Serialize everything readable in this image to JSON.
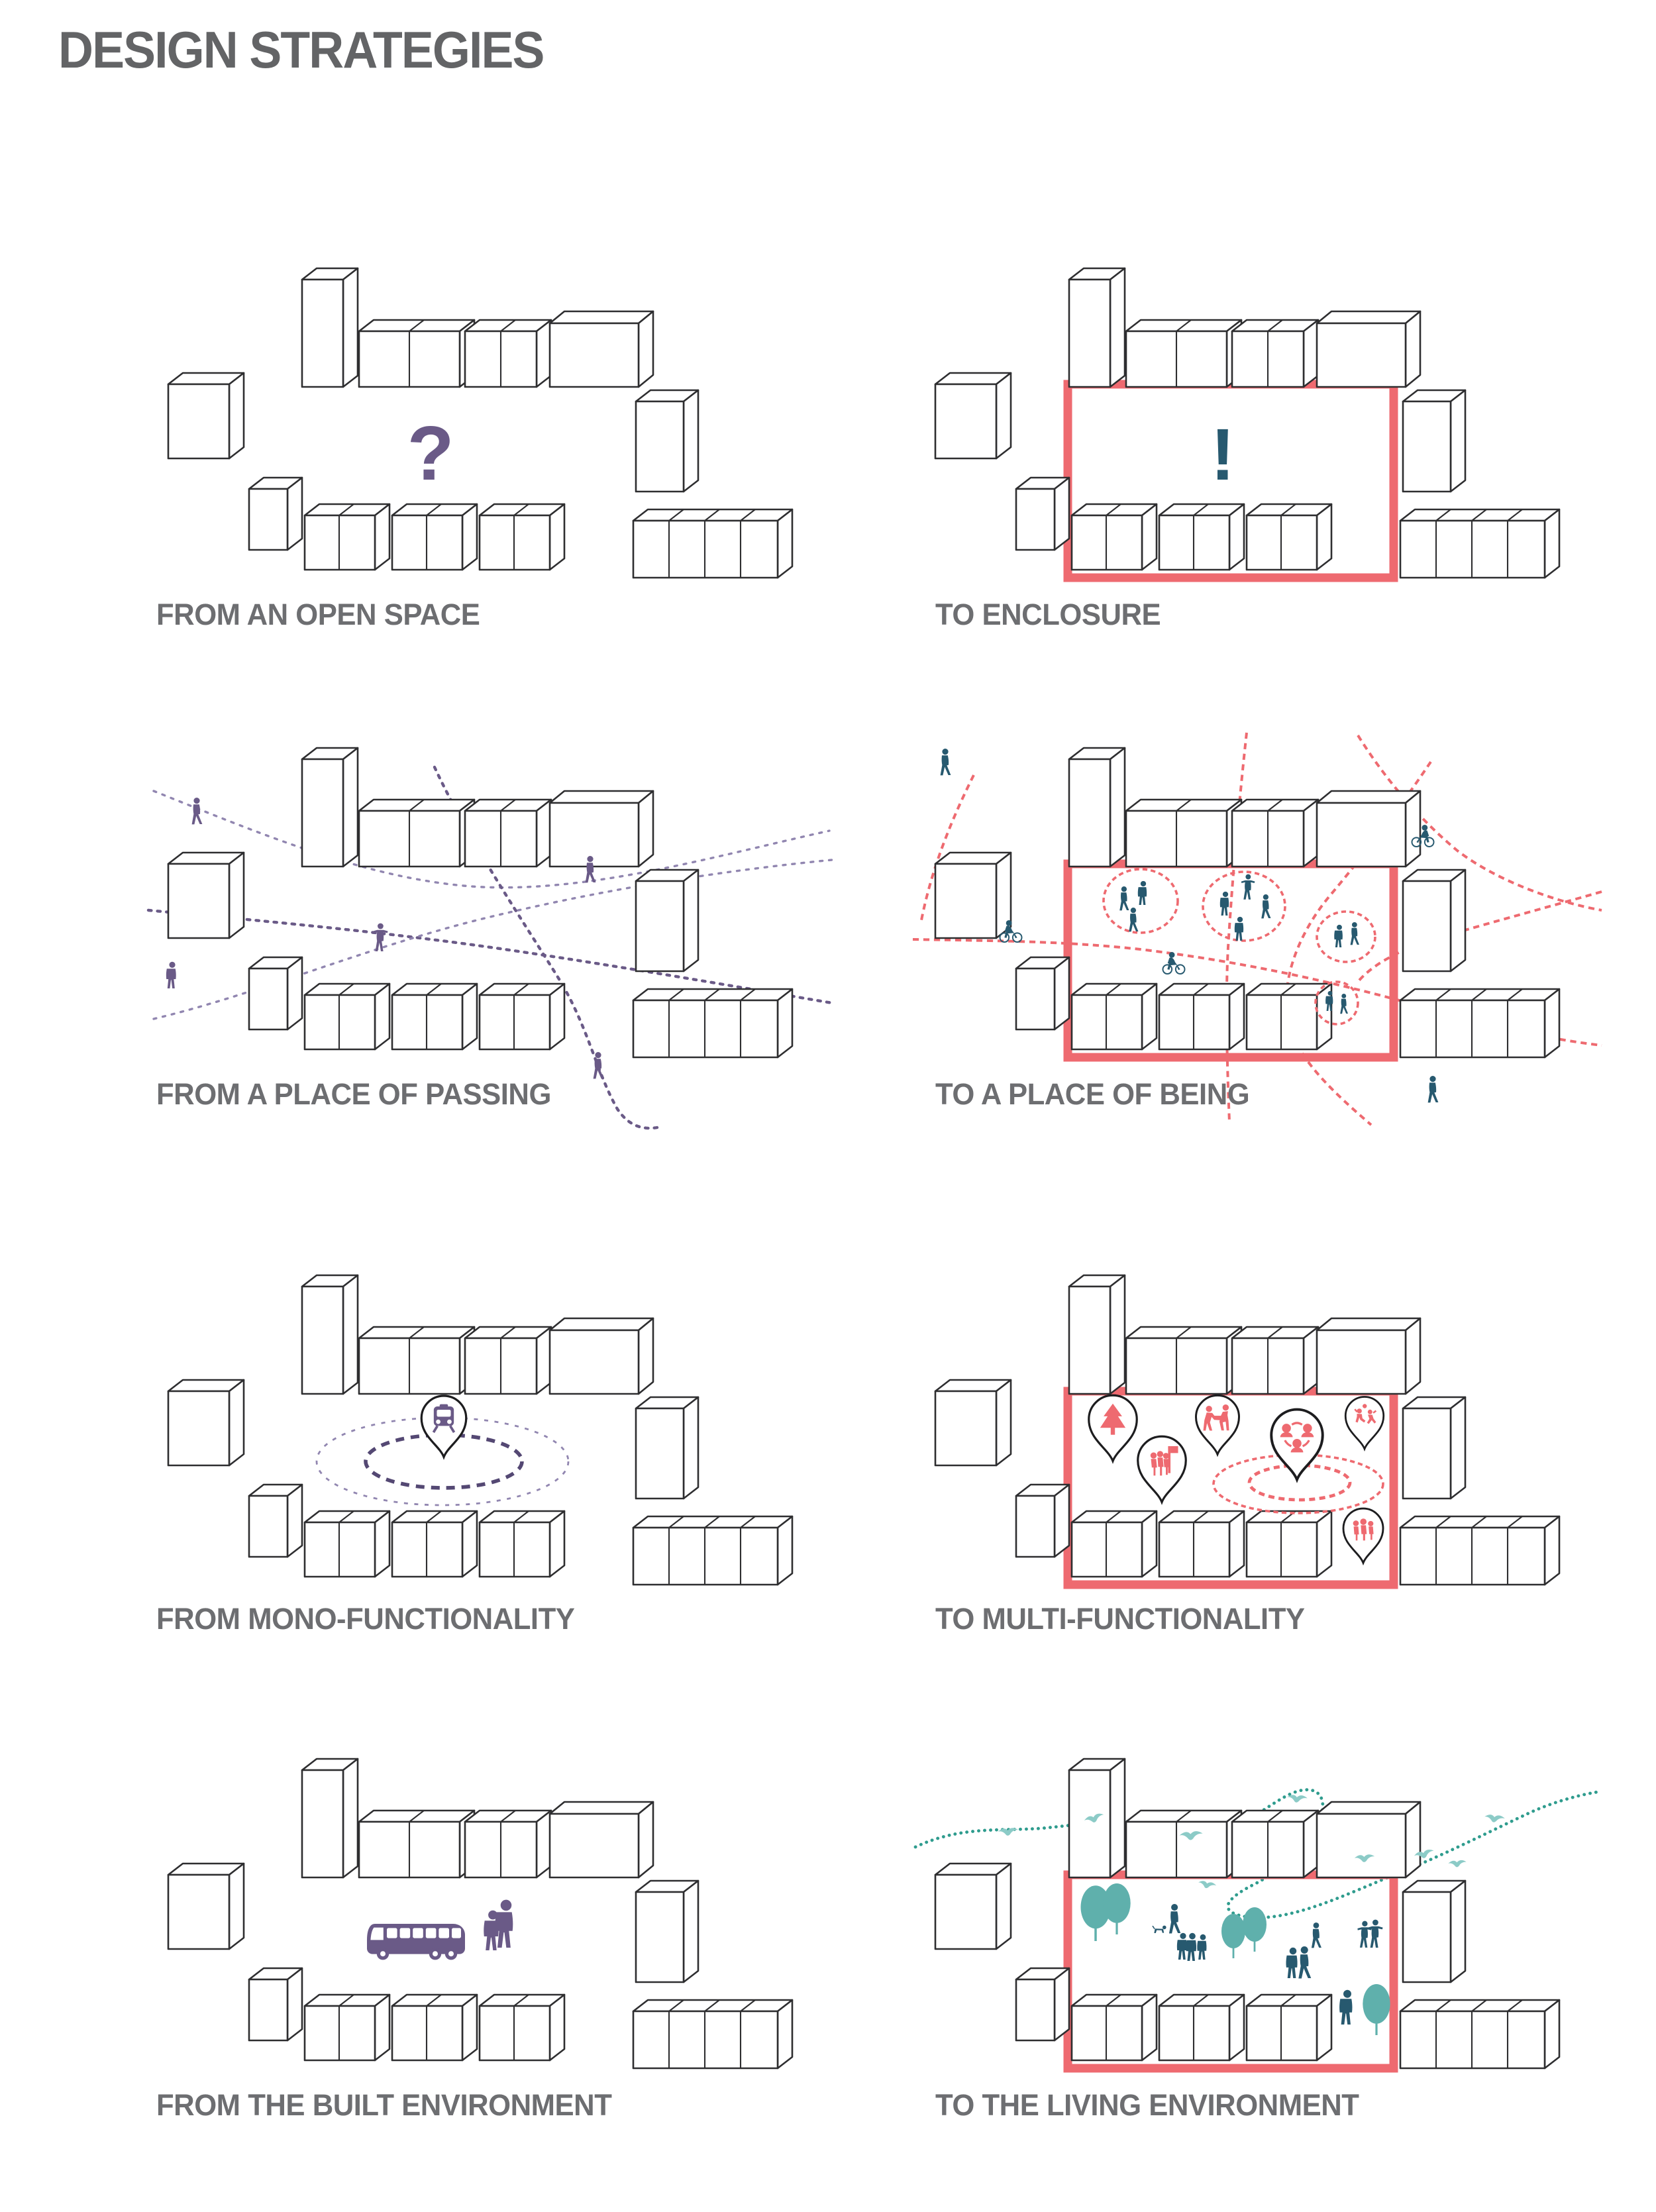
{
  "title": "DESIGN STRATEGIES",
  "colors": {
    "title_gray": "#636466",
    "label_gray": "#6d6e71",
    "building_stroke": "#2e2e30",
    "pin_stroke": "#1d1d1f",
    "red": "#ee6a70",
    "purple": "#6a5a87",
    "purple_deep": "#544873",
    "purple_light": "#9186b0",
    "teal_dark": "#27596f",
    "teal_mid": "#5fb0ac",
    "teal_light": "#8ccbc7",
    "green": "#2f9c8e"
  },
  "panels": [
    {
      "id": "open-space",
      "label": "FROM AN OPEN SPACE",
      "symbol": "?"
    },
    {
      "id": "enclosure",
      "label": "TO ENCLOSURE",
      "symbol": "!"
    },
    {
      "id": "place-of-passing",
      "label": "FROM A PLACE OF PASSING"
    },
    {
      "id": "place-of-being",
      "label": "TO A PLACE OF BEING"
    },
    {
      "id": "mono-functionality",
      "label": "FROM MONO-FUNCTIONALITY"
    },
    {
      "id": "multi-functionality",
      "label": "TO MULTI-FUNCTIONALITY"
    },
    {
      "id": "built-environment",
      "label": "FROM THE BUILT ENVIRONMENT"
    },
    {
      "id": "living-environment",
      "label": "TO THE LIVING ENVIRONMENT"
    }
  ]
}
